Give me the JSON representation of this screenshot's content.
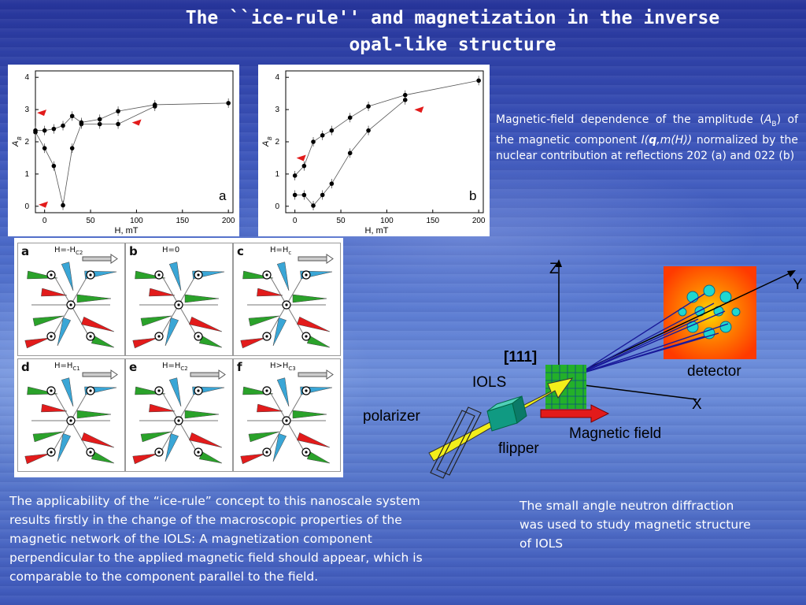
{
  "title": "The ``ice-rule'' and magnetization in the inverse opal-like structure",
  "description_right": {
    "p1": "Magnetic-field dependence of the amplitude (",
    "A": "A",
    "B": "B",
    "p2": ") of the magnetic component ",
    "I": "I(",
    "q": "q",
    "m": ",m(H))",
    "p3": " normalized by the nuclear contribution at reflections 202 (a) and 022 (b)"
  },
  "chart_data": [
    {
      "type": "scatter",
      "panel_label": "a",
      "xlabel": "H, mT",
      "ylabel": "A",
      "ylabel_sub": "B",
      "xlim": [
        -10,
        205
      ],
      "ylim": [
        -0.2,
        4.2
      ],
      "xticks": [
        "0",
        "50",
        "100",
        "150",
        "200"
      ],
      "yticks": [
        "0",
        "1",
        "2",
        "3",
        "4"
      ],
      "series": [
        {
          "x": [
            -10,
            0,
            10,
            20,
            30,
            40,
            60,
            80,
            120
          ],
          "y": [
            2.3,
            1.8,
            1.25,
            0.03,
            1.8,
            2.55,
            2.55,
            2.55,
            3.1
          ]
        },
        {
          "x": [
            -10,
            0,
            10,
            20,
            30,
            40,
            60,
            80,
            120,
            200
          ],
          "y": [
            2.35,
            2.35,
            2.4,
            2.5,
            2.8,
            2.6,
            2.7,
            2.95,
            3.15,
            3.2
          ]
        }
      ]
    },
    {
      "type": "scatter",
      "panel_label": "b",
      "xlabel": "H, mT",
      "ylabel": "A",
      "ylabel_sub": "B",
      "xlim": [
        -10,
        205
      ],
      "ylim": [
        -0.2,
        4.2
      ],
      "xticks": [
        "0",
        "50",
        "100",
        "150",
        "200"
      ],
      "yticks": [
        "0",
        "1",
        "2",
        "3",
        "4"
      ],
      "series": [
        {
          "x": [
            0,
            10,
            20,
            30,
            40,
            60,
            80,
            120
          ],
          "y": [
            0.35,
            0.35,
            0.02,
            0.35,
            0.7,
            1.65,
            2.35,
            3.3
          ]
        },
        {
          "x": [
            0,
            10,
            20,
            30,
            40,
            60,
            80,
            120,
            200
          ],
          "y": [
            0.95,
            1.25,
            2.0,
            2.2,
            2.35,
            2.75,
            3.1,
            3.45,
            3.9
          ]
        }
      ]
    }
  ],
  "panels": [
    {
      "letter": "a",
      "field": "H=-H",
      "sub": "C2"
    },
    {
      "letter": "b",
      "field": "H=0",
      "sub": ""
    },
    {
      "letter": "c",
      "field": "H=H",
      "sub": "c"
    },
    {
      "letter": "d",
      "field": "H=H",
      "sub": "C1"
    },
    {
      "letter": "e",
      "field": "H=H",
      "sub": "C2"
    },
    {
      "letter": "f",
      "field": "H>H",
      "sub": "C3"
    }
  ],
  "diagram": {
    "z": "Z",
    "y": "Y",
    "x": "X",
    "direction": "[111]",
    "iols": "IOLS",
    "detector": "detector",
    "polarizer": "polarizer",
    "flipper": "flipper",
    "magnetic_field": "Magnetic field"
  },
  "text_bottom_left": "The applicability of the “ice-rule” concept to this nanoscale system results firstly in the change of the macroscopic properties of the magnetic network of the IOLS: A magnetization component perpendicular to the applied magnetic field should appear, which is comparable to the component parallel to the field.",
  "text_bottom_right": "The small angle neutron diffraction was used to study magnetic structure of IOLS",
  "colors": {
    "text": "#ffffff",
    "arrow_red": "#e21b1b",
    "arrow_green": "#2aa22a",
    "arrow_blue": "#3aa6d6",
    "beam": "#f2ee1a"
  }
}
